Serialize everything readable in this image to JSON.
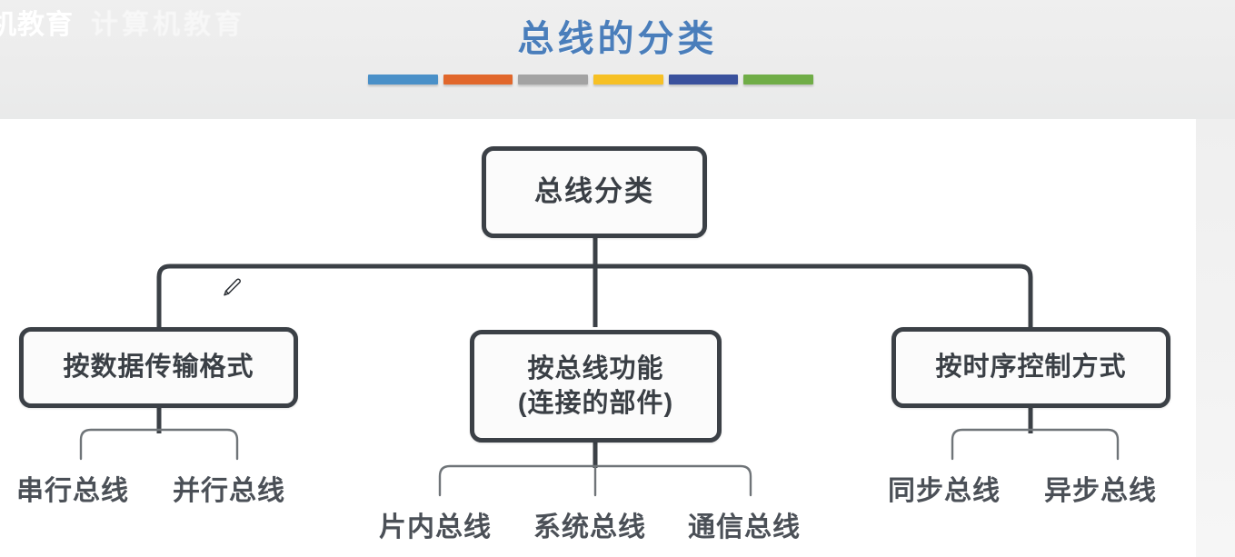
{
  "header": {
    "title": "总线的分类",
    "title_color": "#4a7ebb",
    "bars": [
      {
        "name": "bar-blue",
        "color": "#4a90c8"
      },
      {
        "name": "bar-orange",
        "color": "#e1672b"
      },
      {
        "name": "bar-gray",
        "color": "#a3a3a3"
      },
      {
        "name": "bar-yellow",
        "color": "#f6c024"
      },
      {
        "name": "bar-navy",
        "color": "#3a519d"
      },
      {
        "name": "bar-green",
        "color": "#70ad47"
      }
    ],
    "watermark_main": "机教育",
    "watermark_ghost": "计算机教育"
  },
  "diagram": {
    "root": {
      "label": "总线分类"
    },
    "branches": [
      {
        "name": "data-transfer-format",
        "label": "按数据传输格式",
        "leaves": [
          "串行总线",
          "并行总线"
        ]
      },
      {
        "name": "bus-function",
        "label_line1": "按总线功能",
        "label_line2": "(连接的部件)",
        "leaves": [
          "片内总线",
          "系统总线",
          "通信总线"
        ]
      },
      {
        "name": "timing-control",
        "label": "按时序控制方式",
        "leaves": [
          "同步总线",
          "异步总线"
        ]
      }
    ],
    "stroke_color": "#3b4046",
    "leaf_bracket_color": "#6f7478"
  },
  "cursor": {
    "icon": "pen-icon"
  }
}
